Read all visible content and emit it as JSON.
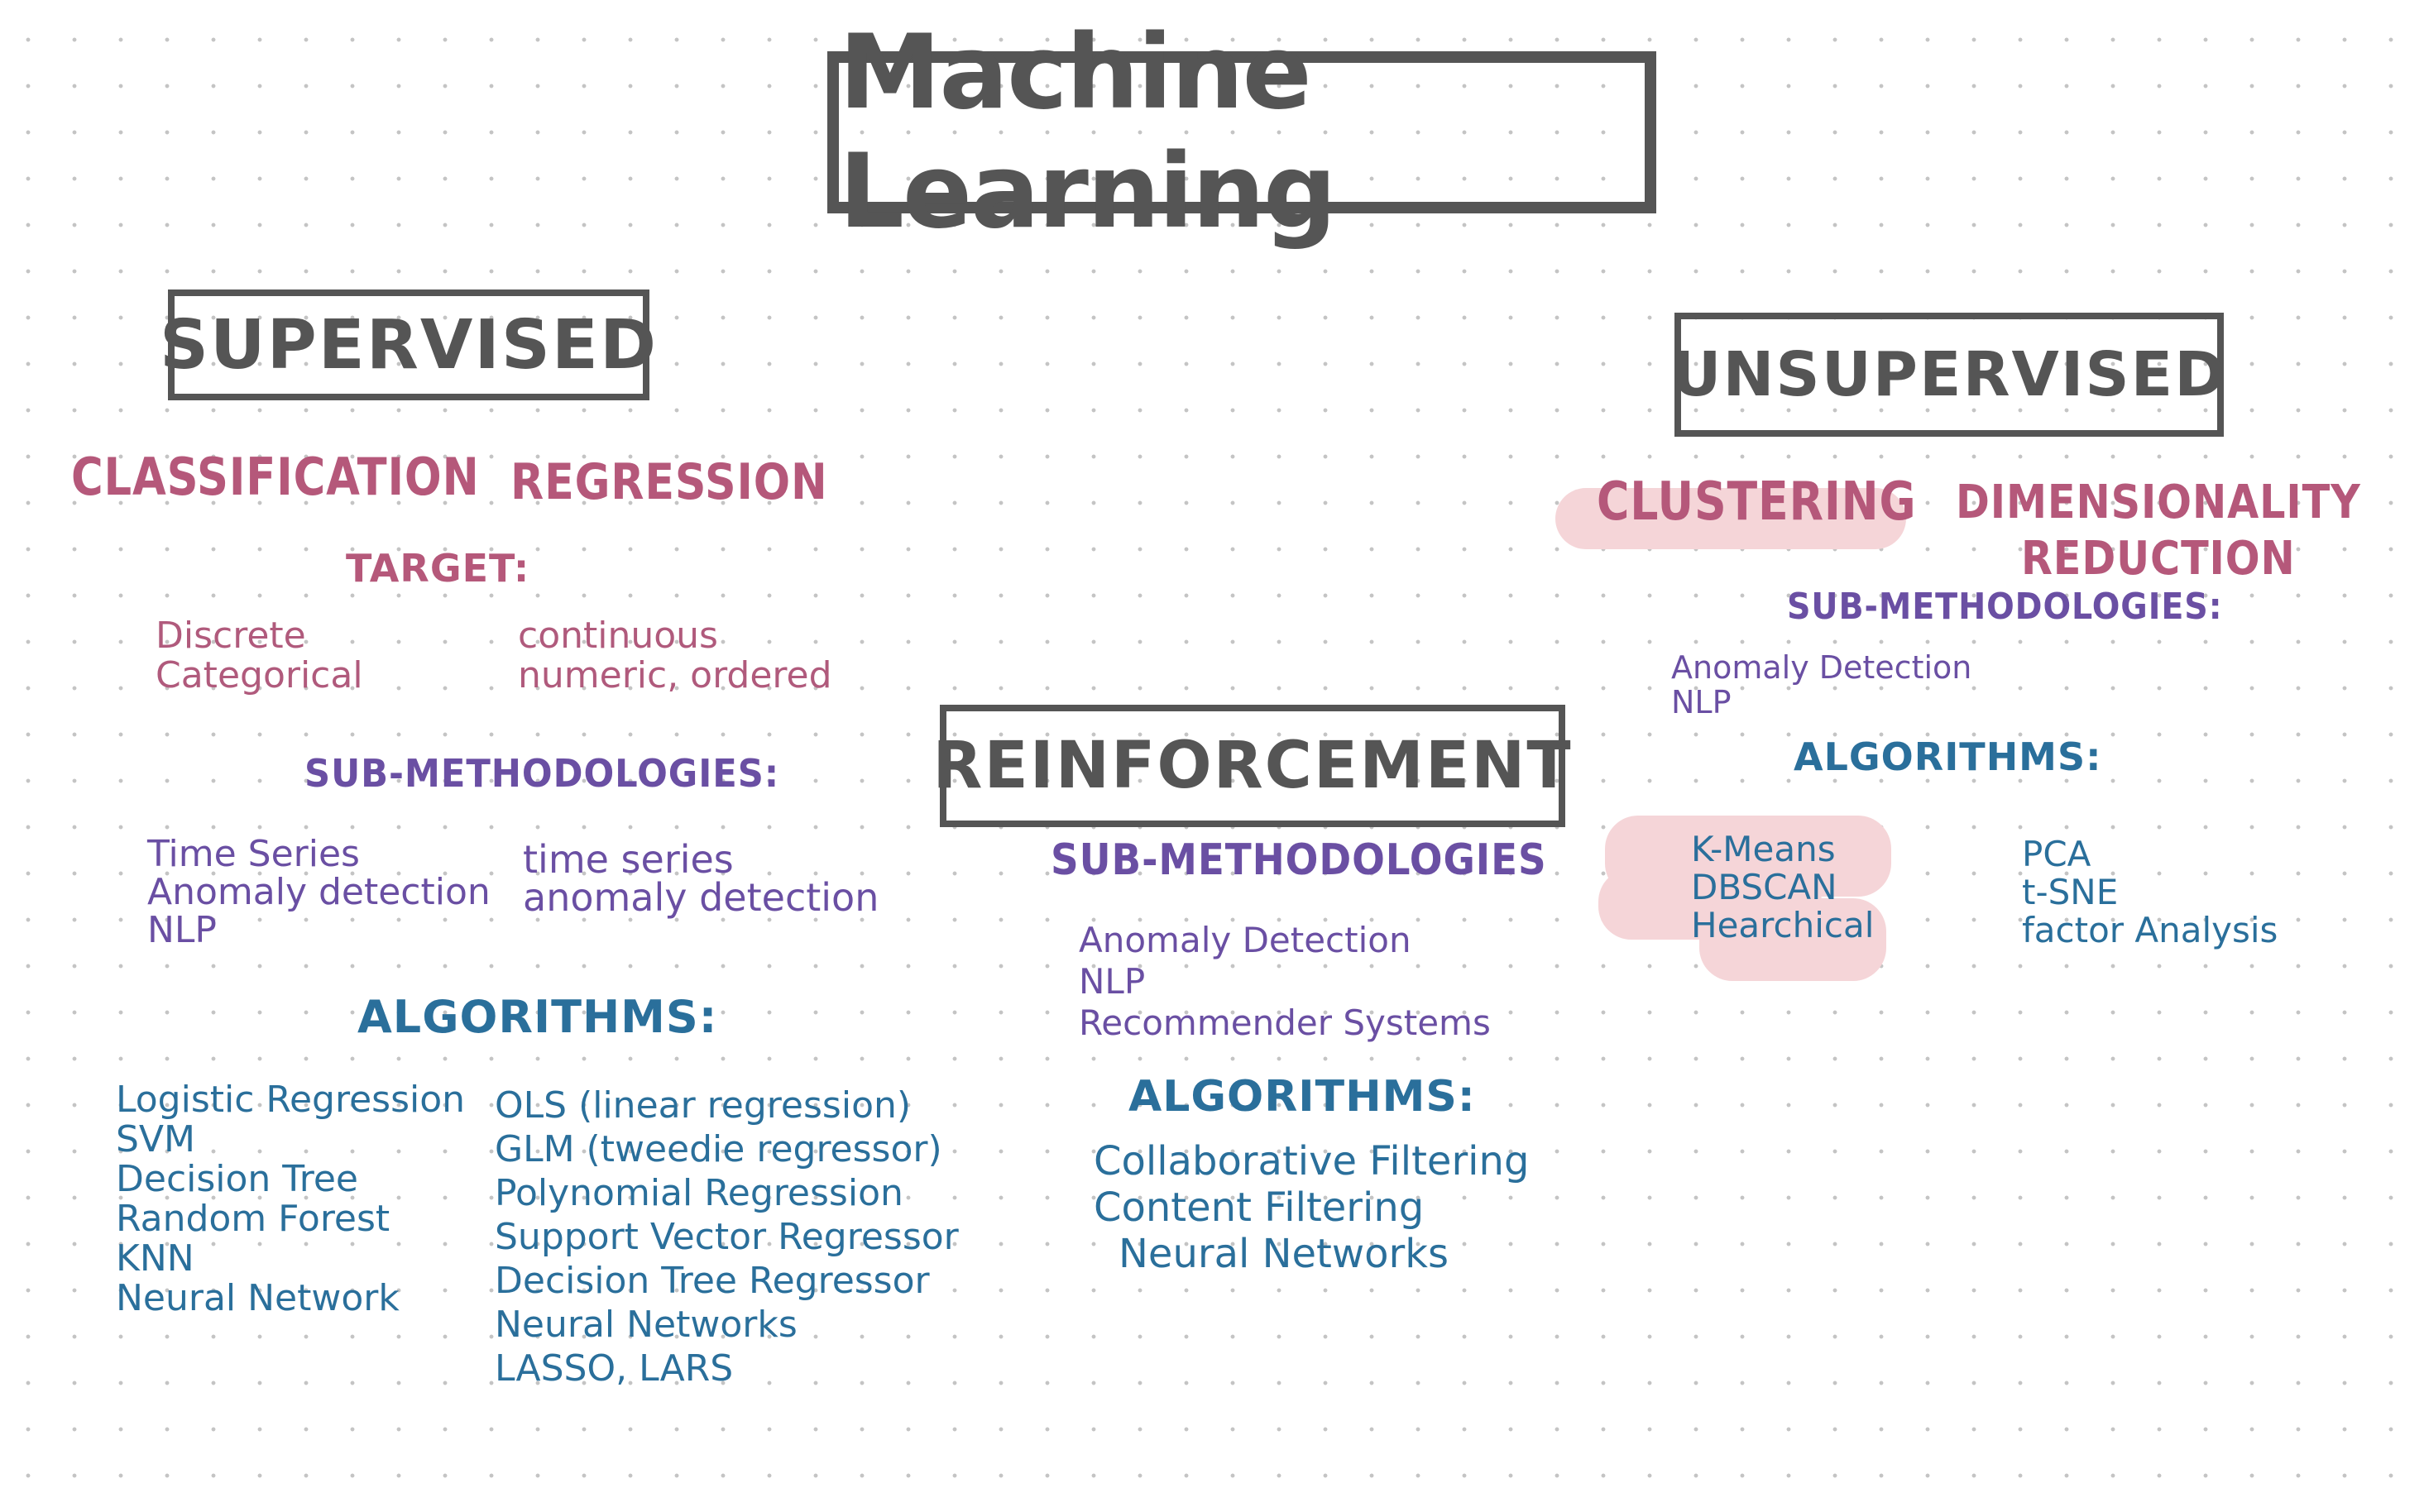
{
  "title": "Machine Learning",
  "colors": {
    "heading_gray": "#555555",
    "category": "#b5587a",
    "sub_methodologies": "#6a4fa3",
    "algorithms": "#2a6f9b",
    "highlight": "#f5d5d8"
  },
  "supervised": {
    "heading": "SUPERVISED",
    "classification": "CLASSIFICATION",
    "regression": "REGRESSION",
    "target_label": "TARGET:",
    "classification_target": [
      "Discrete",
      "Categorical"
    ],
    "regression_target": [
      "continuous",
      "numeric, ordered"
    ],
    "sub_label": "SUB-METHODOLOGIES:",
    "classification_sub": [
      "Time Series",
      "Anomaly detection",
      "NLP"
    ],
    "regression_sub": [
      "time series",
      "anomaly detection"
    ],
    "algo_label": "ALGORITHMS:",
    "classification_algos": [
      "Logistic Regression",
      "SVM",
      "Decision Tree",
      "Random Forest",
      "KNN",
      "Neural Network"
    ],
    "regression_algos": [
      "OLS (linear regression)",
      "GLM (tweedie regressor)",
      "Polynomial Regression",
      "Support Vector Regressor",
      "Decision Tree Regressor",
      "Neural Networks",
      "LASSO, LARS"
    ]
  },
  "reinforcement": {
    "heading": "REINFORCEMENT",
    "sub_label": "SUB-METHODOLOGIES",
    "sub": [
      "Anomaly Detection",
      "NLP",
      "Recommender Systems"
    ],
    "algo_label": "ALGORITHMS:",
    "algos": [
      "Collaborative Filtering",
      "Content Filtering",
      "Neural Networks"
    ]
  },
  "unsupervised": {
    "heading": "UNSUPERVISED",
    "clustering": "CLUSTERING",
    "dimensionality": [
      "DIMENSIONALITY",
      "REDUCTION"
    ],
    "sub_label": "SUB-METHODOLOGIES:",
    "sub": [
      "Anomaly Detection",
      "NLP"
    ],
    "algo_label": "ALGORITHMS:",
    "clustering_algos": [
      "K-Means",
      "DBSCAN",
      "Hearchical"
    ],
    "dimensionality_algos": [
      "PCA",
      "t-SNE",
      "factor Analysis"
    ]
  }
}
